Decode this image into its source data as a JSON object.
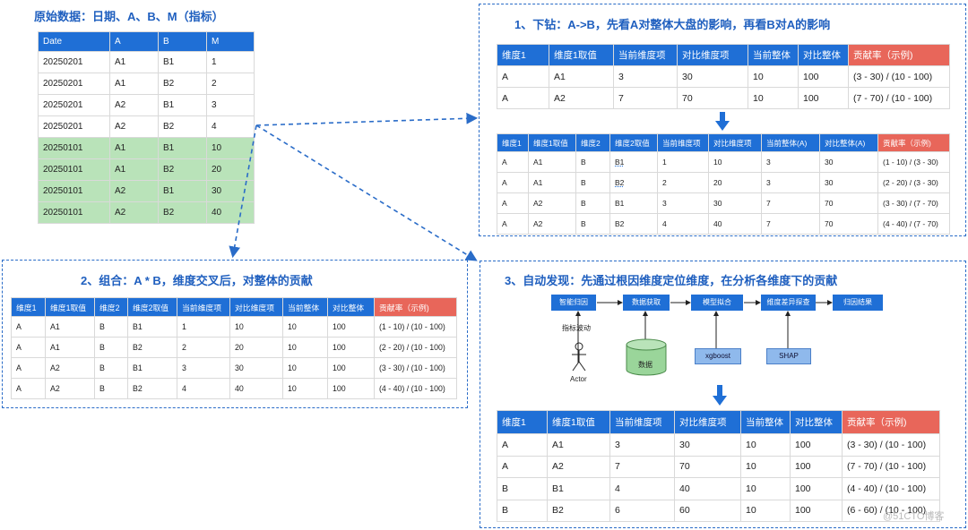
{
  "raw": {
    "title": "原始数据：日期、A、B、M（指标）",
    "headers": [
      "Date",
      "A",
      "B",
      "M"
    ],
    "rows": [
      [
        "20250201",
        "A1",
        "B1",
        "1"
      ],
      [
        "20250201",
        "A1",
        "B2",
        "2"
      ],
      [
        "20250201",
        "A2",
        "B1",
        "3"
      ],
      [
        "20250201",
        "A2",
        "B2",
        "4"
      ]
    ],
    "green_rows": [
      [
        "20250101",
        "A1",
        "B1",
        "10"
      ],
      [
        "20250101",
        "A1",
        "B2",
        "20"
      ],
      [
        "20250101",
        "A2",
        "B1",
        "30"
      ],
      [
        "20250101",
        "A2",
        "B2",
        "40"
      ]
    ]
  },
  "drill": {
    "title": "1、下钻：A->B，先看A对整体大盘的影响，再看B对A的影响",
    "top": {
      "headers": [
        "维度1",
        "维度1取值",
        "当前维度项",
        "对比维度项",
        "当前整体",
        "对比整体",
        "贡献率（示例)"
      ],
      "rows": [
        [
          "A",
          "A1",
          "3",
          "30",
          "10",
          "100",
          "(3 - 30) / (10 - 100)"
        ],
        [
          "A",
          "A2",
          "7",
          "70",
          "10",
          "100",
          "(7 - 70) / (10 - 100)"
        ]
      ]
    },
    "bottom": {
      "headers": [
        "维度1",
        "维度1取值",
        "维度2",
        "维度2取值",
        "当前维度项",
        "对比维度项",
        "当前整体(A)",
        "对比整体(A)",
        "贡献率（示例)"
      ],
      "rows": [
        [
          "A",
          "A1",
          "B",
          "B1",
          "1",
          "10",
          "3",
          "30",
          "(1 - 10) / (3 - 30)"
        ],
        [
          "A",
          "A1",
          "B",
          "B2",
          "2",
          "20",
          "3",
          "30",
          "(2 - 20) / (3 - 30)"
        ],
        [
          "A",
          "A2",
          "B",
          "B1",
          "3",
          "30",
          "7",
          "70",
          "(3 - 30) / (7 - 70)"
        ],
        [
          "A",
          "A2",
          "B",
          "B2",
          "4",
          "40",
          "7",
          "70",
          "(4 - 40) / (7 - 70)"
        ]
      ]
    }
  },
  "combo": {
    "title": "2、组合：A * B，维度交叉后，对整体的贡献",
    "headers": [
      "维度1",
      "维度1取值",
      "维度2",
      "维度2取值",
      "当前维度项",
      "对比维度项",
      "当前整体",
      "对比整体",
      "贡献率（示例)"
    ],
    "rows": [
      [
        "A",
        "A1",
        "B",
        "B1",
        "1",
        "10",
        "10",
        "100",
        "(1 - 10) / (10 - 100)"
      ],
      [
        "A",
        "A1",
        "B",
        "B2",
        "2",
        "20",
        "10",
        "100",
        "(2 - 20) / (10 - 100)"
      ],
      [
        "A",
        "A2",
        "B",
        "B1",
        "3",
        "30",
        "10",
        "100",
        "(3 - 30) / (10 - 100)"
      ],
      [
        "A",
        "A2",
        "B",
        "B2",
        "4",
        "40",
        "10",
        "100",
        "(4 - 40) / (10 - 100)"
      ]
    ]
  },
  "auto": {
    "title": "3、自动发现：先通过根因维度定位维度，在分析各维度下的贡献",
    "flow": [
      "智能归因",
      "数据获取",
      "模型拟合",
      "维度差异探查",
      "归因结果"
    ],
    "metric_label": "指标波动",
    "actor_label": "Actor",
    "db_label": "数据",
    "model_label": "xgboost",
    "shap_label": "SHAP",
    "headers": [
      "维度1",
      "维度1取值",
      "当前维度项",
      "对比维度项",
      "当前整体",
      "对比整体",
      "贡献率（示例)"
    ],
    "rows": [
      [
        "A",
        "A1",
        "3",
        "30",
        "10",
        "100",
        "(3 - 30) / (10 - 100)"
      ],
      [
        "A",
        "A2",
        "7",
        "70",
        "10",
        "100",
        "(7 - 70) / (10 - 100)"
      ],
      [
        "B",
        "B1",
        "4",
        "40",
        "10",
        "100",
        "(4 - 40) / (10 - 100)"
      ],
      [
        "B",
        "B2",
        "6",
        "60",
        "10",
        "100",
        "(6 - 60) / (10 - 100)"
      ]
    ]
  },
  "watermark": "@51CTO博客",
  "colors": {
    "accent": "#1f6fd6",
    "highlight": "#e8665a",
    "green": "#b9e3b9",
    "dash": "#2a6cc8"
  }
}
